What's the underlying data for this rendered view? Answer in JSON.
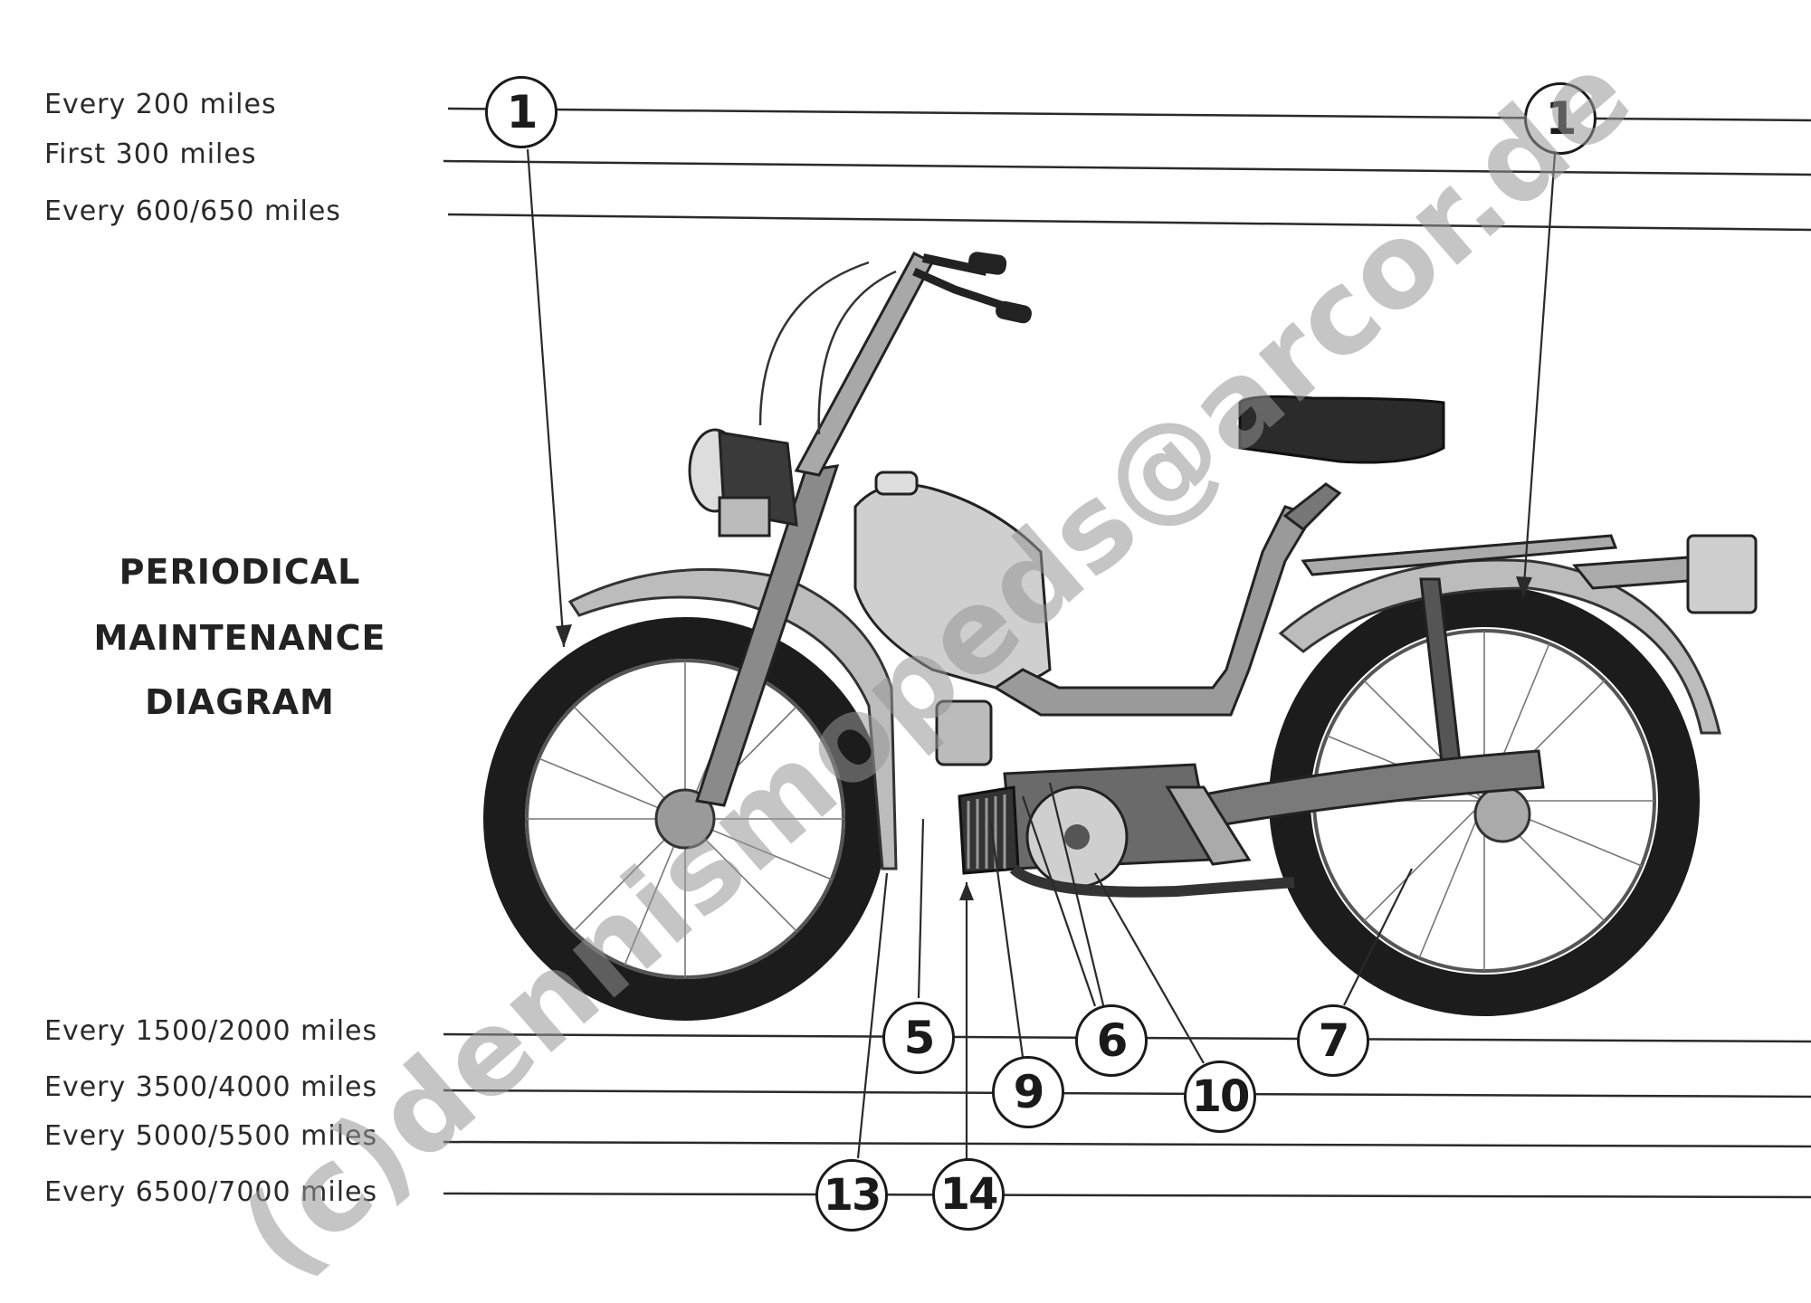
{
  "title_lines": [
    "PERIODICAL",
    "MAINTENANCE",
    "DIAGRAM"
  ],
  "intervals": [
    "Every 200 miles",
    "First 300 miles",
    "Every 600/650 miles",
    "Every 1500/2000 miles",
    "Every 3500/4000 miles",
    "Every 5000/5500 miles",
    "Every 6500/7000 miles"
  ],
  "callouts": {
    "front_tire": "1",
    "rear_tire": "1",
    "c5": "5",
    "c6": "6",
    "c7": "7",
    "c9": "9",
    "c10": "10",
    "c13": "13",
    "c14": "14"
  },
  "watermark": "(c)dennismopeds@arcor.de"
}
